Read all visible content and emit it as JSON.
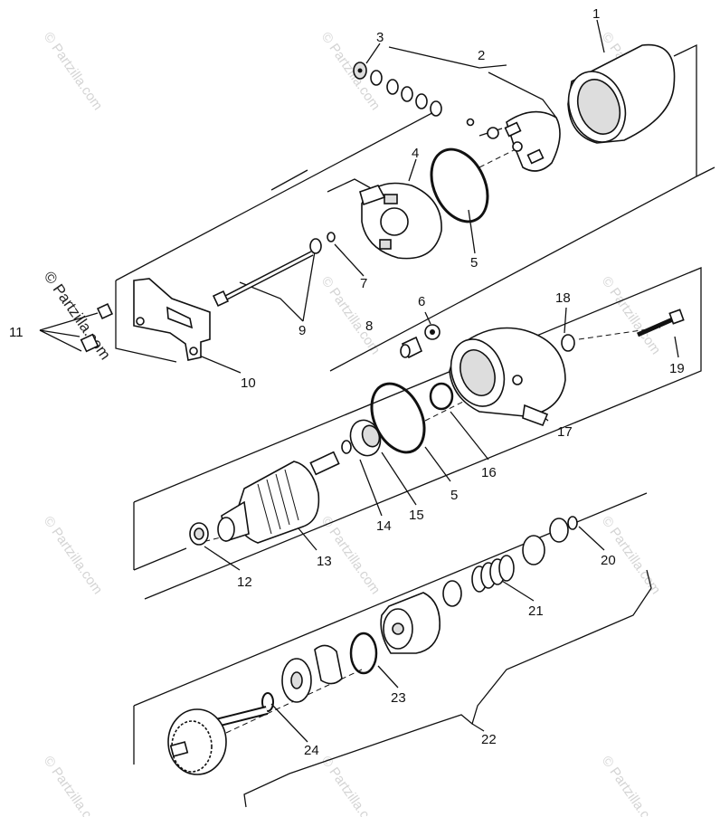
{
  "watermarks": {
    "text": "© Partzilla.com",
    "prominent_text": "© Partzilla.com"
  },
  "callouts": [
    "1",
    "2",
    "3",
    "4",
    "5",
    "6",
    "7",
    "8",
    "9",
    "10",
    "11",
    "12",
    "13",
    "14",
    "15",
    "16",
    "17",
    "18",
    "19",
    "20",
    "21",
    "22",
    "23",
    "24",
    "5"
  ]
}
